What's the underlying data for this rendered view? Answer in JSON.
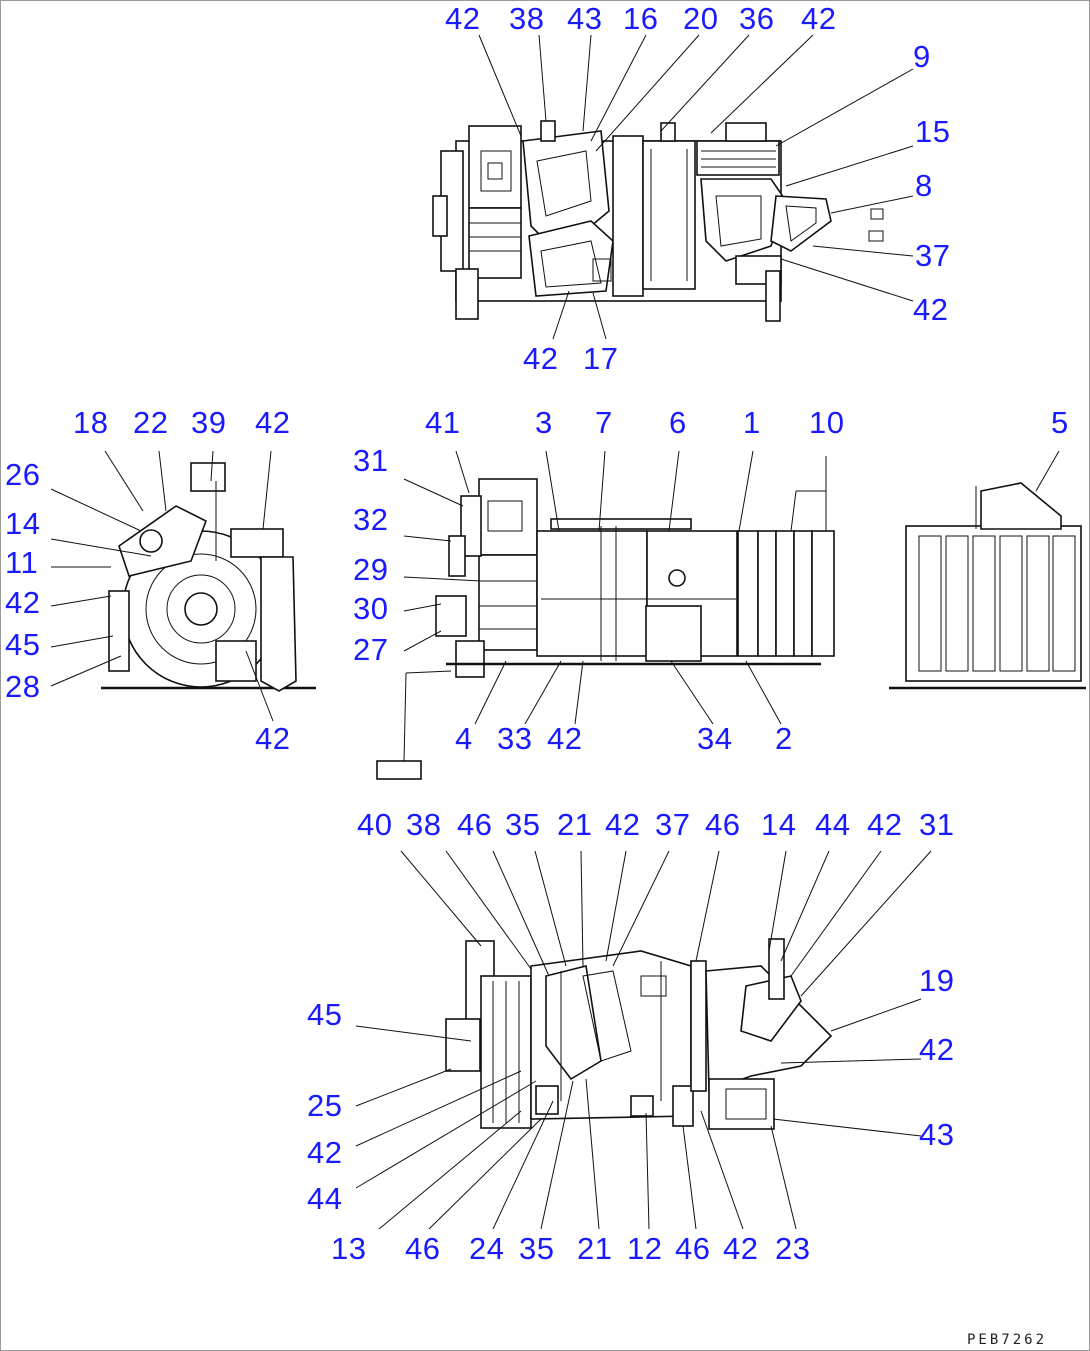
{
  "drawing_code": "PEB7262",
  "views": {
    "top_view": {
      "callouts": [
        {
          "id": "t1",
          "text": "42"
        },
        {
          "id": "t2",
          "text": "38"
        },
        {
          "id": "t3",
          "text": "43"
        },
        {
          "id": "t4",
          "text": "16"
        },
        {
          "id": "t5",
          "text": "20"
        },
        {
          "id": "t6",
          "text": "36"
        },
        {
          "id": "t7",
          "text": "42"
        },
        {
          "id": "t8",
          "text": "9"
        },
        {
          "id": "t9",
          "text": "15"
        },
        {
          "id": "t10",
          "text": "8"
        },
        {
          "id": "t11",
          "text": "37"
        },
        {
          "id": "t12",
          "text": "42"
        },
        {
          "id": "t13",
          "text": "42"
        },
        {
          "id": "t14",
          "text": "17"
        }
      ]
    },
    "side_view_left": {
      "callouts": [
        {
          "id": "l1",
          "text": "18"
        },
        {
          "id": "l2",
          "text": "22"
        },
        {
          "id": "l3",
          "text": "39"
        },
        {
          "id": "l4",
          "text": "42"
        },
        {
          "id": "l5",
          "text": "26"
        },
        {
          "id": "l6",
          "text": "14"
        },
        {
          "id": "l7",
          "text": "11"
        },
        {
          "id": "l8",
          "text": "42"
        },
        {
          "id": "l9",
          "text": "45"
        },
        {
          "id": "l10",
          "text": "28"
        },
        {
          "id": "l11",
          "text": "42"
        }
      ]
    },
    "front_view": {
      "callouts": [
        {
          "id": "f1",
          "text": "41"
        },
        {
          "id": "f2",
          "text": "3"
        },
        {
          "id": "f3",
          "text": "7"
        },
        {
          "id": "f4",
          "text": "6"
        },
        {
          "id": "f5",
          "text": "1"
        },
        {
          "id": "f6",
          "text": "10"
        },
        {
          "id": "f7",
          "text": "31"
        },
        {
          "id": "f8",
          "text": "32"
        },
        {
          "id": "f9",
          "text": "29"
        },
        {
          "id": "f10",
          "text": "30"
        },
        {
          "id": "f11",
          "text": "27"
        },
        {
          "id": "f12",
          "text": "4"
        },
        {
          "id": "f13",
          "text": "33"
        },
        {
          "id": "f14",
          "text": "42"
        },
        {
          "id": "f15",
          "text": "34"
        },
        {
          "id": "f16",
          "text": "2"
        }
      ]
    },
    "side_view_right": {
      "callouts": [
        {
          "id": "r1",
          "text": "5"
        }
      ]
    },
    "bottom_view": {
      "callouts": [
        {
          "id": "b1",
          "text": "40"
        },
        {
          "id": "b2",
          "text": "38"
        },
        {
          "id": "b3",
          "text": "46"
        },
        {
          "id": "b4",
          "text": "35"
        },
        {
          "id": "b5",
          "text": "21"
        },
        {
          "id": "b6",
          "text": "42"
        },
        {
          "id": "b7",
          "text": "37"
        },
        {
          "id": "b8",
          "text": "46"
        },
        {
          "id": "b9",
          "text": "14"
        },
        {
          "id": "b10",
          "text": "44"
        },
        {
          "id": "b11",
          "text": "42"
        },
        {
          "id": "b12",
          "text": "31"
        },
        {
          "id": "b13",
          "text": "19"
        },
        {
          "id": "b14",
          "text": "42"
        },
        {
          "id": "b15",
          "text": "43"
        },
        {
          "id": "b16",
          "text": "45"
        },
        {
          "id": "b17",
          "text": "25"
        },
        {
          "id": "b18",
          "text": "42"
        },
        {
          "id": "b19",
          "text": "44"
        },
        {
          "id": "b20",
          "text": "13"
        },
        {
          "id": "b21",
          "text": "46"
        },
        {
          "id": "b22",
          "text": "24"
        },
        {
          "id": "b23",
          "text": "35"
        },
        {
          "id": "b24",
          "text": "21"
        },
        {
          "id": "b25",
          "text": "12"
        },
        {
          "id": "b26",
          "text": "46"
        },
        {
          "id": "b27",
          "text": "42"
        },
        {
          "id": "b28",
          "text": "23"
        }
      ]
    }
  }
}
